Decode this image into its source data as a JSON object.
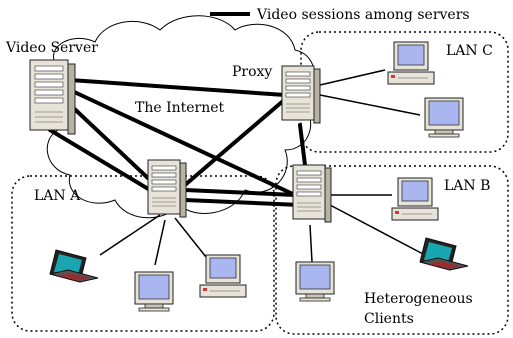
{
  "legend": {
    "text": "Video sessions among servers"
  },
  "labels": {
    "video_server": "Video Server",
    "proxy": "Proxy",
    "internet": "The Internet",
    "lan_a": "LAN A",
    "lan_b": "LAN B",
    "lan_c": "LAN C",
    "heterogeneous": "Heterogeneous",
    "clients": "Clients"
  },
  "colors": {
    "screen": "#a9b6f0",
    "screen_dark": "#1aa6b0",
    "server_body": "#e7e3d8",
    "server_shadow": "#b8b2a4",
    "laptop": "#333333",
    "line": "#000000"
  }
}
